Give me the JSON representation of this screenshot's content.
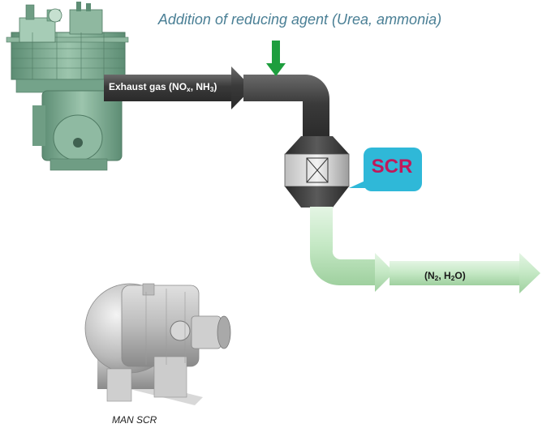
{
  "diagram": {
    "top_caption": "Addition of reducing agent (Urea, ammonia)",
    "exhaust_label": {
      "prefix": "Exhaust gas (NO",
      "sub1": "x",
      "middle": ", NH",
      "sub2": "3",
      "suffix": ")"
    },
    "scr_label": "SCR",
    "output_label": {
      "prefix": "(N",
      "sub1": "2",
      "middle": ", H",
      "sub2": "2",
      "suffix": "O)"
    },
    "bottom_caption": "MAN SCR"
  },
  "colors": {
    "caption_blue": "#4a7f95",
    "exhaust_pipe": "#3a3a3a",
    "clean_pipe": "#bfe3bf",
    "injection_arrow": "#1e9e3e",
    "scr_callout": "#2fb8d8",
    "scr_text": "#c0185a",
    "engine_green": "#7fae94"
  }
}
